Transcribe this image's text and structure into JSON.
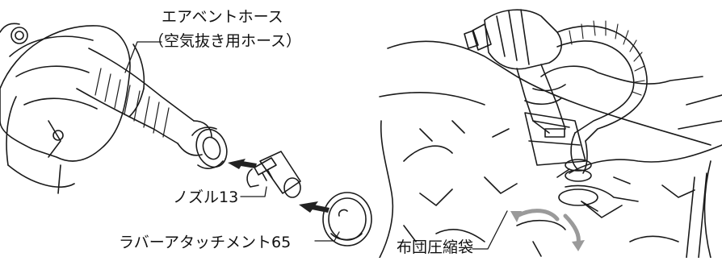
{
  "labels": {
    "air_vent_hose": "エアベントホース",
    "air_vent_hose_note": "（空気抜き用ホース）",
    "nozzle": "ノズル13",
    "rubber_attachment": "ラバーアタッチメント65",
    "futon_bag": "布団圧縮袋"
  },
  "colors": {
    "line": "#1a1a1a",
    "arrow": "#222222",
    "airflow": "#9a9a9a",
    "background": "#ffffff"
  }
}
